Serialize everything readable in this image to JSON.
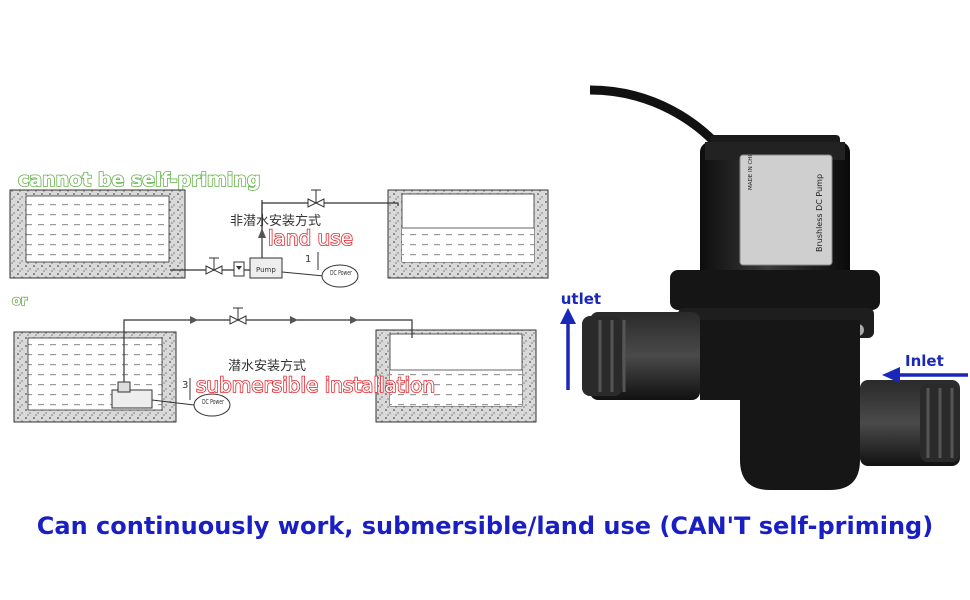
{
  "diagram": {
    "label_top": "cannot be self-priming",
    "label_or": "or",
    "cn_land": "非潜水安装方式",
    "land_use": "land use",
    "cn_submersible": "潜水安装方式",
    "submersible_installation": "submersible installation",
    "pump_label": "Pump",
    "dc_power": "DC Power",
    "height_1": "1",
    "height_3": "3"
  },
  "pump": {
    "outlet_label": "Outlet",
    "inlet_label": "Inlet",
    "brand_text": "Brushless DC Pump",
    "made_in": "MADE IN CHINA"
  },
  "caption": "Can continuously work, submersible/land use (CAN'T self-priming)",
  "colors": {
    "caption": "#1a1fc4",
    "arrow_blue": "#1a28b8",
    "label_green": "#66b24a",
    "label_red": "#e0262c"
  }
}
